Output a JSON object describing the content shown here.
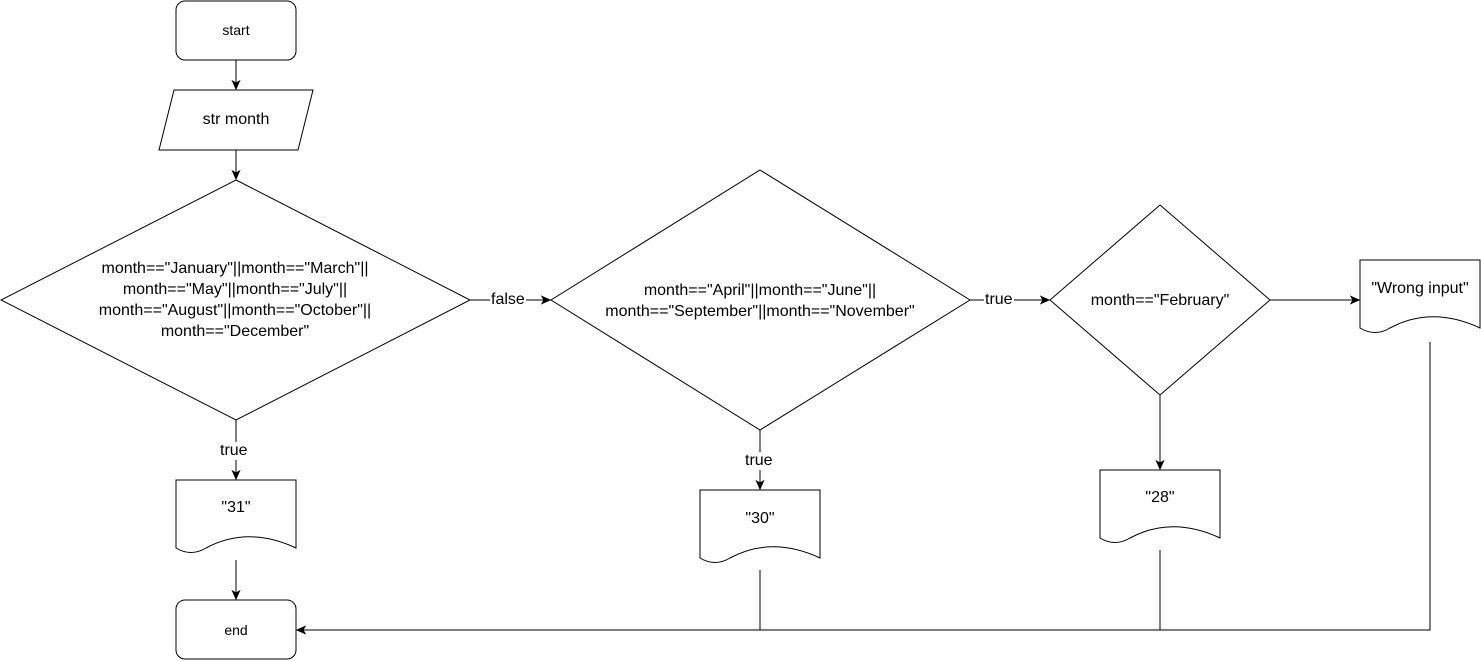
{
  "nodes": {
    "start": "start",
    "input": "str month",
    "cond1": [
      "month==\"January\"||month==\"March\"||",
      "month==\"May\"||month==\"July\"||",
      "month==\"August\"||month==\"October\"||",
      "month==\"December\""
    ],
    "cond2": [
      "month==\"April\"||month==\"June\"||",
      "month==\"September\"||month==\"November\""
    ],
    "cond3": "month==\"February\"",
    "out31": "\"31\"",
    "out30": "\"30\"",
    "out28": "\"28\"",
    "outWrong": "\"Wrong input\"",
    "end": "end"
  },
  "edges": {
    "cond1_true": "true",
    "cond1_false": "false",
    "cond2_true_down": "true",
    "cond2_true_right": "true"
  }
}
